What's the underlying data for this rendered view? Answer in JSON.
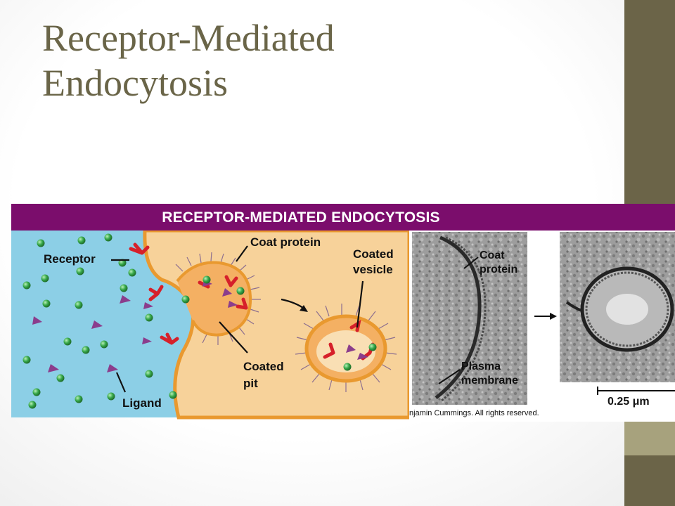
{
  "slide": {
    "title_line1": "Receptor-Mediated",
    "title_line2": "Endocytosis"
  },
  "figure": {
    "header": "RECEPTOR-MEDIATED ENDOCYTOSIS",
    "labels": {
      "receptor": "Receptor",
      "ligand": "Ligand",
      "coat_protein": "Coat protein",
      "coated_pit_1": "Coated",
      "coated_pit_2": "pit",
      "coated_vesicle_1": "Coated",
      "coated_vesicle_2": "vesicle"
    },
    "micrograph_labels": {
      "coat_protein_1": "Coat",
      "coat_protein_2": "protein",
      "plasma_membrane_1": "Plasma",
      "plasma_membrane_2": "membrane",
      "scale": "0.25 μm"
    },
    "credit": "njamin Cummings. All rights reserved."
  },
  "colors": {
    "side_dark": "#6b6448",
    "side_light": "#a7a27d",
    "title": "#6a6548",
    "header_bg": "#7b0d6c",
    "extracellular": "#8ccfe6",
    "cytoplasm": "#f7d29a",
    "membrane": "#e9992f",
    "receptor": "#d6202a",
    "ligand_triangle": "#8b3d8c",
    "ligand_sphere": "#2e9a3e"
  }
}
